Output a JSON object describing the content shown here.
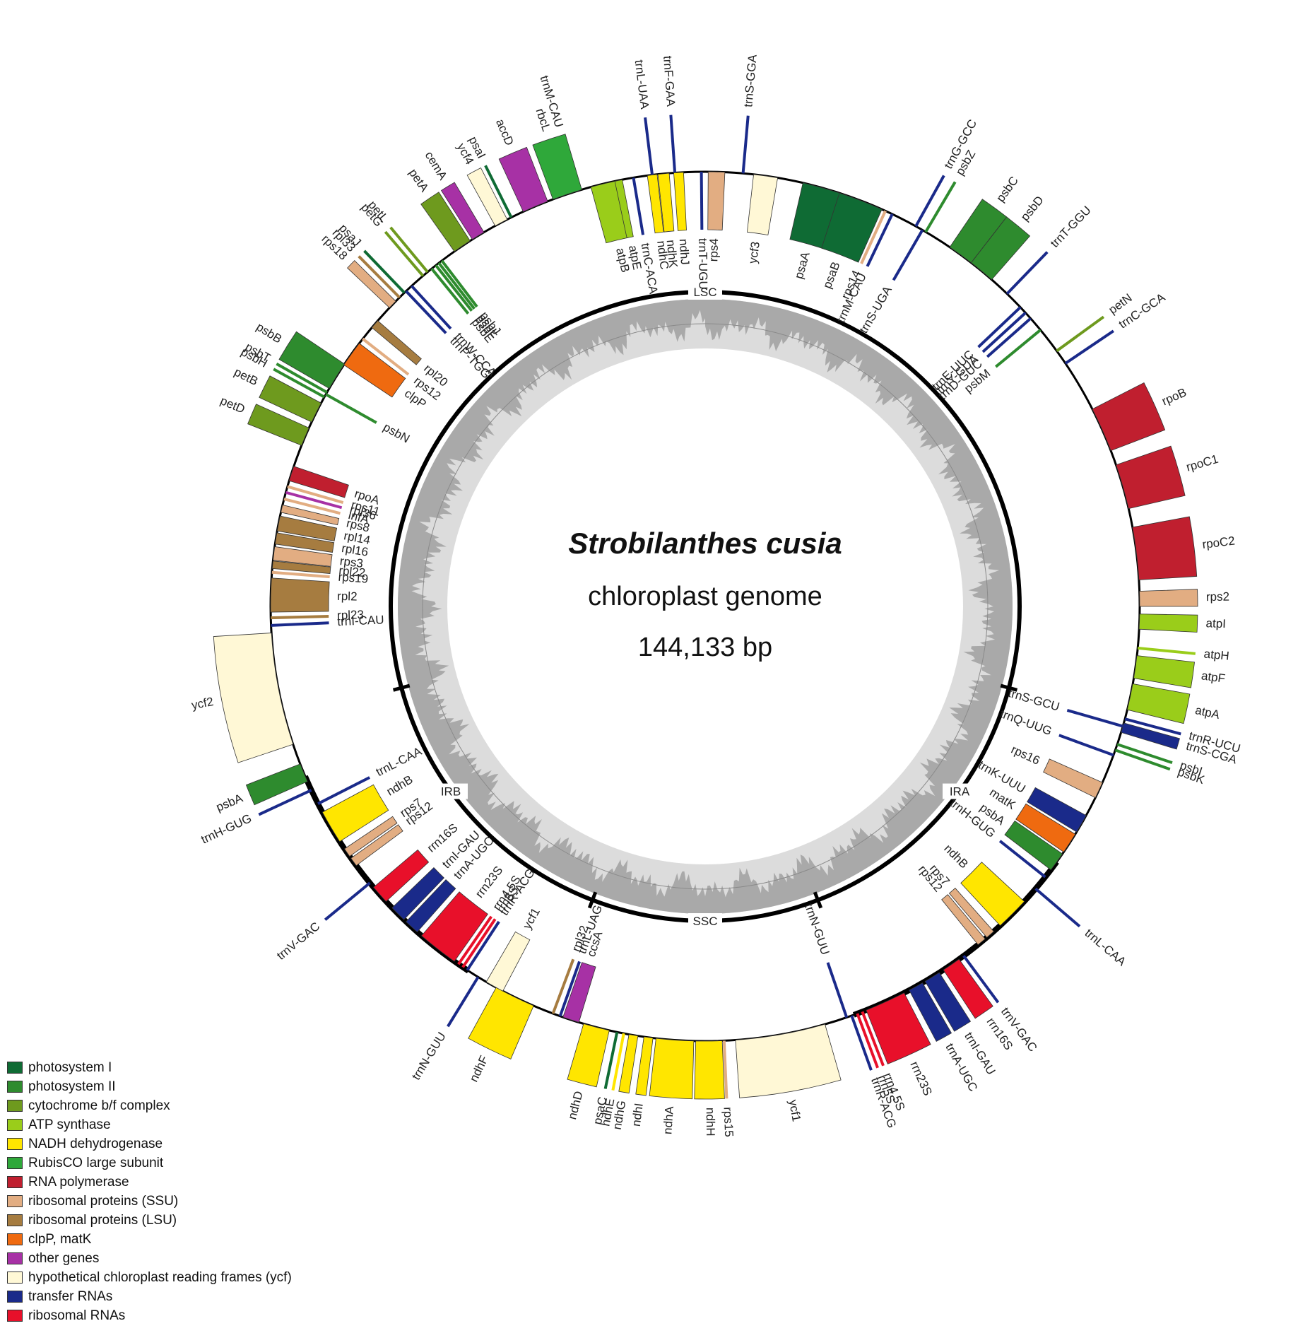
{
  "title": {
    "species": "Strobilanthes cusia",
    "subtitle": "chloroplast genome",
    "length": "144,133 bp"
  },
  "regions": [
    {
      "label": "LSC",
      "angle": 0
    },
    {
      "label": "IRA",
      "angle": 126
    },
    {
      "label": "SSC",
      "angle": 180
    },
    {
      "label": "IRB",
      "angle": 234
    }
  ],
  "legend": [
    {
      "key": "psi",
      "label": "photosystem I",
      "color": "#0f6b34"
    },
    {
      "key": "psii",
      "label": "photosystem II",
      "color": "#2e8b2e"
    },
    {
      "key": "cyt",
      "label": "cytochrome b/f complex",
      "color": "#6e9a1e"
    },
    {
      "key": "atp",
      "label": "ATP synthase",
      "color": "#9acd1a"
    },
    {
      "key": "ndh",
      "label": "NADH dehydrogenase",
      "color": "#ffe600"
    },
    {
      "key": "rbc",
      "label": "RubisCO large subunit",
      "color": "#2fa83a"
    },
    {
      "key": "rpo",
      "label": "RNA polymerase",
      "color": "#c01f2f"
    },
    {
      "key": "ssu",
      "label": "ribosomal proteins (SSU)",
      "color": "#e2ad82"
    },
    {
      "key": "lsu",
      "label": "ribosomal proteins (LSU)",
      "color": "#a67c40"
    },
    {
      "key": "clp",
      "label": "clpP, matK",
      "color": "#ef6a10"
    },
    {
      "key": "oth",
      "label": "other genes",
      "color": "#a731a5"
    },
    {
      "key": "ycf",
      "label": "hypothetical chloroplast reading frames (ycf)",
      "color": "#fff8d6"
    },
    {
      "key": "trna",
      "label": "transfer RNAs",
      "color": "#1a2a8a"
    },
    {
      "key": "rrna",
      "label": "ribosomal RNAs",
      "color": "#e8102a"
    }
  ],
  "genes": [
    {
      "name": "trnM-CAU",
      "a": 343,
      "w": 0.5,
      "t": "trna",
      "side": "out"
    },
    {
      "name": "trnL-UAA",
      "a": 353,
      "w": 0.5,
      "t": "trna",
      "side": "out"
    },
    {
      "name": "trnF-GAA",
      "a": 356,
      "w": 0.5,
      "t": "trna",
      "side": "out"
    },
    {
      "name": "trnS-GGA",
      "a": 5,
      "w": 0.5,
      "t": "trna",
      "side": "out"
    },
    {
      "name": "trnG-GCC",
      "a": 29,
      "w": 0.5,
      "t": "trna",
      "side": "out"
    },
    {
      "name": "psbZ",
      "a": 30.5,
      "w": 0.5,
      "t": "psii",
      "side": "out"
    },
    {
      "name": "psbC",
      "a": 36,
      "w": 3.5,
      "t": "psii",
      "side": "out"
    },
    {
      "name": "psbD",
      "a": 39.5,
      "w": 3.5,
      "t": "psii",
      "side": "out"
    },
    {
      "name": "trnT-GGU",
      "a": 44,
      "w": 0.5,
      "t": "trna",
      "side": "out"
    },
    {
      "name": "petN",
      "a": 54,
      "w": 0.5,
      "t": "cyt",
      "side": "out"
    },
    {
      "name": "trnC-GCA",
      "a": 56,
      "w": 0.5,
      "t": "trna",
      "side": "out"
    },
    {
      "name": "rpoB",
      "a": 66,
      "w": 6,
      "t": "rpo",
      "side": "out"
    },
    {
      "name": "rpoC1",
      "a": 74,
      "w": 6,
      "t": "rpo",
      "side": "out"
    },
    {
      "name": "rpoC2",
      "a": 83,
      "w": 7,
      "t": "rpo",
      "side": "out"
    },
    {
      "name": "rps2",
      "a": 89,
      "w": 2,
      "t": "ssu",
      "side": "out"
    },
    {
      "name": "atpI",
      "a": 92,
      "w": 2,
      "t": "atp",
      "side": "out"
    },
    {
      "name": "atpH",
      "a": 95.5,
      "w": 0.6,
      "t": "atp",
      "side": "out"
    },
    {
      "name": "atpF",
      "a": 98,
      "w": 3,
      "t": "atp",
      "side": "out"
    },
    {
      "name": "atpA",
      "a": 102,
      "w": 3.5,
      "t": "atp",
      "side": "out"
    },
    {
      "name": "trnR-UCU",
      "a": 105,
      "w": 0.5,
      "t": "trna",
      "side": "out"
    },
    {
      "name": "trnS-CGA",
      "a": 106.2,
      "w": 1.3,
      "t": "trna",
      "side": "out"
    },
    {
      "name": "trnS-GCU",
      "a": 106,
      "w": 0.5,
      "t": "trna",
      "side": "in"
    },
    {
      "name": "psbI",
      "a": 108.5,
      "w": 0.4,
      "t": "psii",
      "side": "out"
    },
    {
      "name": "psbK",
      "a": 109.3,
      "w": 0.5,
      "t": "psii",
      "side": "out"
    },
    {
      "name": "trnQ-UUG",
      "a": 110,
      "w": 0.5,
      "t": "trna",
      "side": "in"
    },
    {
      "name": "rps16",
      "a": 115,
      "w": 2.2,
      "t": "ssu",
      "side": "in"
    },
    {
      "name": "trnK-UUU",
      "a": 120,
      "w": 2.5,
      "t": "trna",
      "side": "in"
    },
    {
      "name": "matK",
      "a": 123,
      "w": 2.8,
      "t": "clp",
      "side": "in"
    },
    {
      "name": "psbA",
      "a": 126,
      "w": 2.6,
      "t": "psii",
      "side": "in"
    },
    {
      "name": "trnH-GUG",
      "a": 128.5,
      "w": 0.5,
      "t": "trna",
      "side": "in"
    },
    {
      "name": "trnL-CAA",
      "a": 130.5,
      "w": 0.5,
      "t": "trna",
      "side": "out"
    },
    {
      "name": "ndhB",
      "a": 135,
      "w": 4.5,
      "t": "ndh",
      "side": "in"
    },
    {
      "name": "rps7",
      "a": 139,
      "w": 1.2,
      "t": "ssu",
      "side": "in"
    },
    {
      "name": "rps12",
      "a": 140.5,
      "w": 1.2,
      "t": "ssu",
      "side": "in"
    },
    {
      "name": "trnV-GAC",
      "a": 143.5,
      "w": 0.5,
      "t": "trna",
      "side": "out"
    },
    {
      "name": "rrn16S",
      "a": 145.5,
      "w": 2.5,
      "t": "rrna",
      "side": "out"
    },
    {
      "name": "trnI-GAU",
      "a": 148.5,
      "w": 2.2,
      "t": "trna",
      "side": "out"
    },
    {
      "name": "trnA-UGC",
      "a": 151,
      "w": 2,
      "t": "trna",
      "side": "out"
    },
    {
      "name": "rrn23S",
      "a": 155.5,
      "w": 5.5,
      "t": "rrna",
      "side": "out"
    },
    {
      "name": "rrn4.5S",
      "a": 158.8,
      "w": 0.4,
      "t": "rrna",
      "side": "out"
    },
    {
      "name": "rrn5S",
      "a": 159.5,
      "w": 0.4,
      "t": "rrna",
      "side": "out"
    },
    {
      "name": "trnR-ACG",
      "a": 160.3,
      "w": 0.4,
      "t": "trna",
      "side": "out"
    },
    {
      "name": "trnN-GUU",
      "a": 161,
      "w": 0.5,
      "t": "trna",
      "side": "in"
    },
    {
      "name": "ycf1",
      "a": 170,
      "w": 12,
      "t": "ycf",
      "side": "out"
    },
    {
      "name": "rps15",
      "a": 177.5,
      "w": 0.6,
      "t": "ssu",
      "side": "out"
    },
    {
      "name": "ndhH",
      "a": 179.5,
      "w": 3.5,
      "t": "ndh",
      "side": "out"
    },
    {
      "name": "ndhA",
      "a": 184,
      "w": 5,
      "t": "ndh",
      "side": "out"
    },
    {
      "name": "ndhI",
      "a": 187.5,
      "w": 1.2,
      "t": "ndh",
      "side": "out"
    },
    {
      "name": "ndhG",
      "a": 189.5,
      "w": 1.2,
      "t": "ndh",
      "side": "out"
    },
    {
      "name": "ndhE",
      "a": 190.8,
      "w": 0.6,
      "t": "ndh",
      "side": "out"
    },
    {
      "name": "psaC",
      "a": 191.7,
      "w": 0.6,
      "t": "psi",
      "side": "out"
    },
    {
      "name": "ndhD",
      "a": 194.5,
      "w": 3.5,
      "t": "ndh",
      "side": "out"
    },
    {
      "name": "ccsA",
      "a": 198,
      "w": 2.2,
      "t": "oth",
      "side": "in"
    },
    {
      "name": "trnL-UAG",
      "a": 199.5,
      "w": 0.4,
      "t": "trna",
      "side": "in"
    },
    {
      "name": "rpl32",
      "a": 200.5,
      "w": 0.4,
      "t": "lsu",
      "side": "in"
    },
    {
      "name": "ndhF",
      "a": 206,
      "w": 5.5,
      "t": "ndh",
      "side": "out"
    },
    {
      "name": "ycf1",
      "a": 209,
      "w": 2.5,
      "t": "ycf",
      "side": "in"
    },
    {
      "name": "trnN-GUU",
      "a": 211.5,
      "w": 0.5,
      "t": "trna",
      "side": "out"
    },
    {
      "name": "trnR-ACG",
      "a": 213.2,
      "w": 0.4,
      "t": "trna",
      "side": "in"
    },
    {
      "name": "rrn5S",
      "a": 213.9,
      "w": 0.4,
      "t": "rrna",
      "side": "in"
    },
    {
      "name": "rrn4.5S",
      "a": 214.6,
      "w": 0.4,
      "t": "rrna",
      "side": "in"
    },
    {
      "name": "rrn23S",
      "a": 218,
      "w": 5.5,
      "t": "rrna",
      "side": "in"
    },
    {
      "name": "trnA-UGC",
      "a": 222.5,
      "w": 2,
      "t": "trna",
      "side": "in"
    },
    {
      "name": "trnI-GAU",
      "a": 225,
      "w": 2.2,
      "t": "trna",
      "side": "in"
    },
    {
      "name": "rrn16S",
      "a": 228.5,
      "w": 2.5,
      "t": "rrna",
      "side": "in"
    },
    {
      "name": "trnV-GAC",
      "a": 230.5,
      "w": 0.5,
      "t": "trna",
      "side": "out"
    },
    {
      "name": "rps12",
      "a": 234,
      "w": 1.2,
      "t": "ssu",
      "side": "in"
    },
    {
      "name": "rps7",
      "a": 235.5,
      "w": 1.2,
      "t": "ssu",
      "side": "in"
    },
    {
      "name": "ndhB",
      "a": 239.5,
      "w": 4.5,
      "t": "ndh",
      "side": "in"
    },
    {
      "name": "trnL-CAA",
      "a": 243,
      "w": 0.5,
      "t": "trna",
      "side": "in"
    },
    {
      "name": "trnH-GUG",
      "a": 245,
      "w": 0.5,
      "t": "trna",
      "side": "out"
    },
    {
      "name": "psbA",
      "a": 247.5,
      "w": 2.5,
      "t": "psii",
      "side": "out"
    },
    {
      "name": "ycf2",
      "a": 259,
      "w": 15,
      "t": "ycf",
      "side": "out"
    },
    {
      "name": "trnI-CAU",
      "a": 267.5,
      "w": 0.5,
      "t": "trna",
      "side": "in"
    },
    {
      "name": "rpl23",
      "a": 268.5,
      "w": 0.8,
      "t": "lsu",
      "side": "in"
    },
    {
      "name": "rpl2",
      "a": 271.5,
      "w": 4.5,
      "t": "lsu",
      "side": "in"
    },
    {
      "name": "rps19",
      "a": 274.5,
      "w": 0.8,
      "t": "ssu",
      "side": "in"
    },
    {
      "name": "rpl22",
      "a": 275.5,
      "w": 1,
      "t": "lsu",
      "side": "in"
    },
    {
      "name": "rps3",
      "a": 277,
      "w": 1.8,
      "t": "ssu",
      "side": "in"
    },
    {
      "name": "rpl16",
      "a": 279,
      "w": 1.5,
      "t": "lsu",
      "side": "in"
    },
    {
      "name": "rpl14",
      "a": 281,
      "w": 2,
      "t": "lsu",
      "side": "in"
    },
    {
      "name": "rps8",
      "a": 283,
      "w": 1,
      "t": "ssu",
      "side": "in"
    },
    {
      "name": "infA",
      "a": 284.3,
      "w": 0.8,
      "t": "ssu",
      "side": "in"
    },
    {
      "name": "rpl36",
      "a": 285.2,
      "w": 0.5,
      "t": "oth",
      "side": "in"
    },
    {
      "name": "rps11",
      "a": 286,
      "w": 0.8,
      "t": "ssu",
      "side": "in"
    },
    {
      "name": "rpoA",
      "a": 287.8,
      "w": 2,
      "t": "rpo",
      "side": "in"
    },
    {
      "name": "petD",
      "a": 293,
      "w": 2.5,
      "t": "cyt",
      "side": "out"
    },
    {
      "name": "petB",
      "a": 296.5,
      "w": 2.8,
      "t": "cyt",
      "side": "out"
    },
    {
      "name": "psbH",
      "a": 298.8,
      "w": 0.4,
      "t": "psii",
      "side": "out"
    },
    {
      "name": "psbT",
      "a": 299.5,
      "w": 0.4,
      "t": "psii",
      "side": "out"
    },
    {
      "name": "psbN",
      "a": 299.2,
      "w": 0.4,
      "t": "psii",
      "side": "in"
    },
    {
      "name": "psbB",
      "a": 302,
      "w": 3.8,
      "t": "psii",
      "side": "out"
    },
    {
      "name": "clpP",
      "a": 305.5,
      "w": 3.5,
      "t": "clp",
      "side": "in"
    },
    {
      "name": "rps12",
      "a": 308,
      "w": 0.6,
      "t": "ssu",
      "side": "in"
    },
    {
      "name": "rpl20",
      "a": 310.5,
      "w": 1.2,
      "t": "lsu",
      "side": "in"
    },
    {
      "name": "rps18",
      "a": 314,
      "w": 1.2,
      "t": "ssu",
      "side": "out"
    },
    {
      "name": "rpl33",
      "a": 315.3,
      "w": 0.6,
      "t": "lsu",
      "side": "out"
    },
    {
      "name": "psaJ",
      "a": 316.2,
      "w": 0.3,
      "t": "psi",
      "side": "out"
    },
    {
      "name": "trnP-TGG",
      "a": 316.5,
      "w": 0.5,
      "t": "trna",
      "side": "in"
    },
    {
      "name": "trnW-CCA",
      "a": 317.5,
      "w": 0.5,
      "t": "trna",
      "side": "in"
    },
    {
      "name": "petG",
      "a": 319.5,
      "w": 0.3,
      "t": "cyt",
      "side": "out"
    },
    {
      "name": "petL",
      "a": 320.3,
      "w": 0.3,
      "t": "cyt",
      "side": "out"
    },
    {
      "name": "psbE",
      "a": 321,
      "w": 0.5,
      "t": "psii",
      "side": "in"
    },
    {
      "name": "psbF",
      "a": 321.7,
      "w": 0.3,
      "t": "psii",
      "side": "in"
    },
    {
      "name": "psbL",
      "a": 322.2,
      "w": 0.3,
      "t": "psii",
      "side": "in"
    },
    {
      "name": "psbJ",
      "a": 322.7,
      "w": 0.3,
      "t": "psii",
      "side": "in"
    },
    {
      "name": "petA",
      "a": 326,
      "w": 2.5,
      "t": "cyt",
      "side": "out"
    },
    {
      "name": "cemA",
      "a": 328.5,
      "w": 1.8,
      "t": "oth",
      "side": "out"
    },
    {
      "name": "ycf4",
      "a": 332,
      "w": 1.8,
      "t": "ycf",
      "side": "out"
    },
    {
      "name": "psaI",
      "a": 333.5,
      "w": 0.4,
      "t": "psi",
      "side": "out"
    },
    {
      "name": "accD",
      "a": 337,
      "w": 3.5,
      "t": "oth",
      "side": "out"
    },
    {
      "name": "rbcL",
      "a": 341.5,
      "w": 4,
      "t": "rbc",
      "side": "out"
    },
    {
      "name": "atpB",
      "a": 346.5,
      "w": 3.5,
      "t": "atp",
      "side": "in"
    },
    {
      "name": "atpE",
      "a": 348.5,
      "w": 1,
      "t": "atp",
      "side": "in"
    },
    {
      "name": "trnC-ACA",
      "a": 350.5,
      "w": 0.5,
      "t": "trna",
      "side": "in"
    },
    {
      "name": "ndhC",
      "a": 353,
      "w": 1.3,
      "t": "ndh",
      "side": "in"
    },
    {
      "name": "ndhK",
      "a": 354.5,
      "w": 1.5,
      "t": "ndh",
      "side": "in"
    },
    {
      "name": "ndhJ",
      "a": 356.5,
      "w": 1.3,
      "t": "ndh",
      "side": "in"
    },
    {
      "name": "trnT-UGU",
      "a": 359.5,
      "w": 0.5,
      "t": "trna",
      "side": "in"
    },
    {
      "name": "rps4",
      "a": 1.5,
      "w": 2.2,
      "t": "ssu",
      "side": "in"
    },
    {
      "name": "ycf3",
      "a": 8,
      "w": 3.2,
      "t": "ycf",
      "side": "in"
    },
    {
      "name": "psaA",
      "a": 16,
      "w": 6,
      "t": "psi",
      "side": "in"
    },
    {
      "name": "psaB",
      "a": 21,
      "w": 6,
      "t": "psi",
      "side": "in"
    },
    {
      "name": "rps14",
      "a": 24.5,
      "w": 0.8,
      "t": "ssu",
      "side": "in"
    },
    {
      "name": "trnM-CAU",
      "a": 25.5,
      "w": 0.5,
      "t": "trna",
      "side": "in"
    },
    {
      "name": "trnS-UGA",
      "a": 30,
      "w": 0.5,
      "t": "trna",
      "side": "in"
    },
    {
      "name": "trnE-UUC",
      "a": 46.5,
      "w": 0.5,
      "t": "trna",
      "side": "in"
    },
    {
      "name": "trnY-GUA",
      "a": 47.5,
      "w": 0.5,
      "t": "trna",
      "side": "in"
    },
    {
      "name": "trnD-GUC",
      "a": 48.5,
      "w": 0.5,
      "t": "trna",
      "side": "in"
    },
    {
      "name": "psbM",
      "a": 50.5,
      "w": 0.4,
      "t": "psii",
      "side": "in"
    }
  ]
}
